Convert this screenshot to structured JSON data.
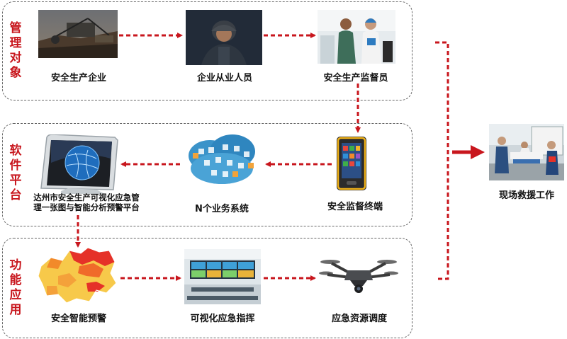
{
  "sections": {
    "management": "管理对象",
    "software": "软件平台",
    "function": "功能应用"
  },
  "nodes": {
    "enterprise": "安全生产企业",
    "workers": "企业从业人员",
    "supervisor": "安全生产监督员",
    "terminal": "安全监督终端",
    "business": "N个业务系统",
    "platform_line1": "达州市安全生产可视化应急管",
    "platform_line2": "理一张图与智能分析预警平台",
    "warning": "安全智能预警",
    "command": "可视化应急指挥",
    "dispatch": "应急资源调度",
    "rescue": "现场救援工作"
  },
  "colors": {
    "accent": "#c8161d",
    "border": "#666666"
  }
}
